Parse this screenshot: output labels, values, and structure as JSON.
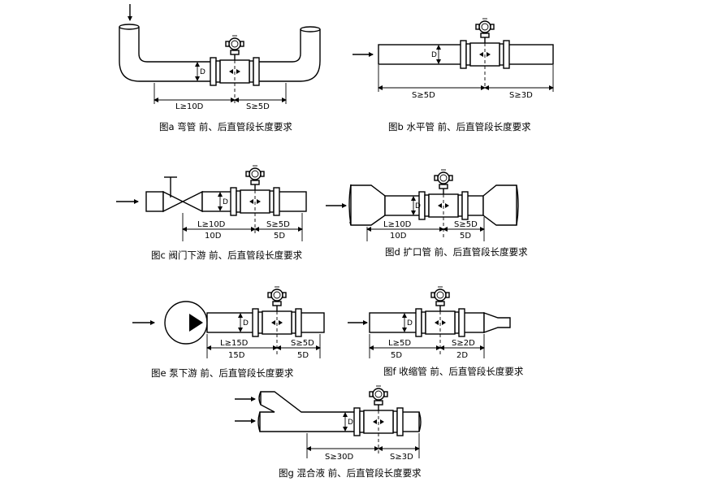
{
  "diagrams": [
    {
      "id": "a",
      "caption": "图a  弯管    前、后直管段长度要求",
      "dims": [
        "L≥10D",
        "S≥5D"
      ],
      "d": "D"
    },
    {
      "id": "b",
      "caption": "图b 水平管  前、后直管段长度要求",
      "dims": [
        "S≥5D",
        "S≥3D"
      ],
      "d": "D"
    },
    {
      "id": "c",
      "caption": "图c  阀门下游    前、后直管段长度要求",
      "dims": [
        "L≥10D",
        "S≥5D"
      ],
      "sub": [
        "10D",
        "5D"
      ],
      "d": "D"
    },
    {
      "id": "d",
      "caption": "图d  扩口管    前、后直管段长度要求",
      "dims": [
        "L≥10D",
        "S≥5D"
      ],
      "sub": [
        "10D",
        "5D"
      ],
      "d": "D"
    },
    {
      "id": "e",
      "caption": "图e  泵下游    前、后直管段长度要求",
      "dims": [
        "L≥15D",
        "S≥5D"
      ],
      "sub": [
        "15D",
        "5D"
      ],
      "d": "D"
    },
    {
      "id": "f",
      "caption": "图f  收缩管    前、后直管段长度要求",
      "dims": [
        "L≥5D",
        "S≥2D"
      ],
      "sub": [
        "5D",
        "2D"
      ],
      "d": "D"
    },
    {
      "id": "g",
      "caption": "图g  混合液    前、后直管段长度要求",
      "dims": [
        "S≥30D",
        "S≥3D"
      ],
      "d": "D"
    }
  ]
}
